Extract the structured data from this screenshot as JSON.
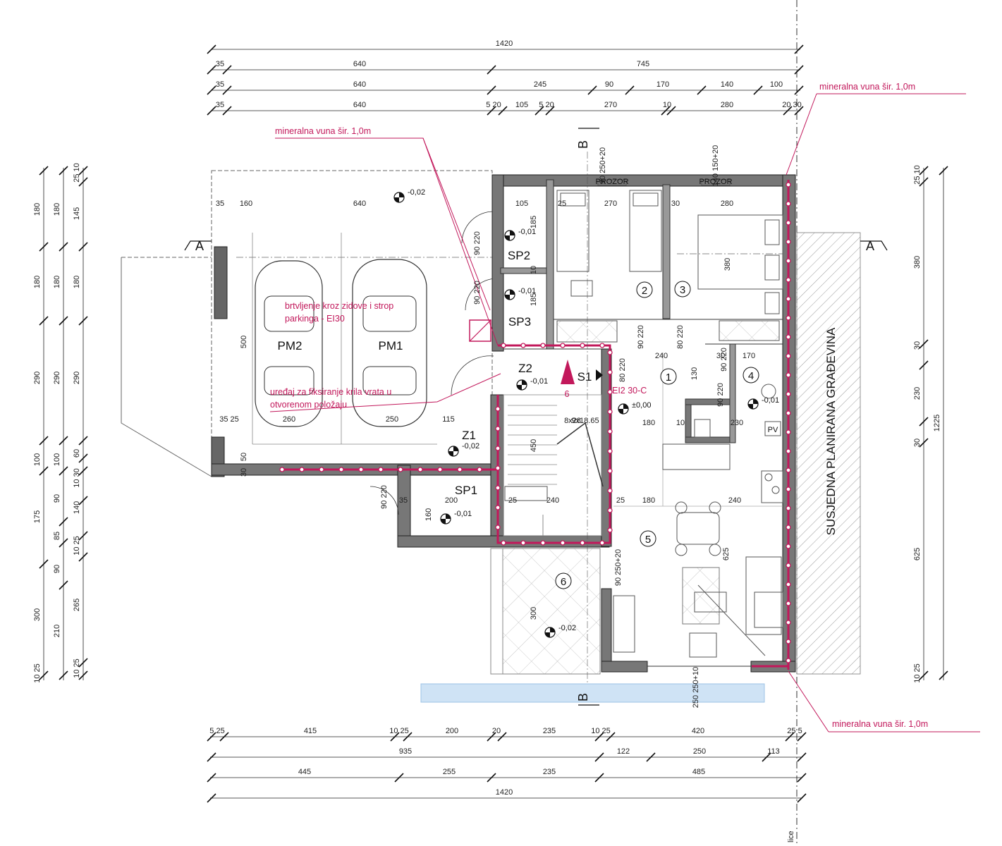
{
  "colors": {
    "ink": "#222222",
    "wall": "#444444",
    "accent": "#c2185b",
    "pool": "#cfe3f5",
    "hatch": "#999999"
  },
  "dims_top": {
    "row1": [
      "1420"
    ],
    "row2": [
      "35",
      "640",
      "745"
    ],
    "row3": [
      "35",
      "640",
      "245",
      "90",
      "170",
      "140",
      "100"
    ],
    "row4": [
      "35",
      "640",
      "5 20",
      "105",
      "5 20",
      "270",
      "10",
      "280",
      "20 30"
    ]
  },
  "dims_bottom": {
    "row1": [
      "5 25",
      "415",
      "10 25",
      "200",
      "20",
      "235",
      "10 25",
      "420",
      "25 5"
    ],
    "row2": [
      "935",
      "122",
      "250",
      "113"
    ],
    "row3": [
      "445",
      "255",
      "235",
      "485"
    ],
    "row4": [
      "1420"
    ]
  },
  "dims_left": {
    "col1": [
      "180",
      "180",
      "290",
      "100",
      "175",
      "300",
      "10 25"
    ],
    "col2": [
      "180",
      "180",
      "290",
      "100",
      "90",
      "85",
      "90",
      "210"
    ],
    "col3": [
      "145",
      "180",
      "290",
      "60",
      "10 30",
      "140",
      "10 25",
      "265",
      "10 25",
      "25 10"
    ]
  },
  "dims_right": {
    "col1": [
      "25 10",
      "380",
      "30",
      "230",
      "30",
      "625",
      "10 25"
    ],
    "col2": [
      "1225"
    ]
  },
  "interior_dims": [
    "35",
    "160",
    "640",
    "105",
    "25",
    "270",
    "30",
    "280",
    "185",
    "10",
    "185",
    "380",
    "240",
    "130",
    "30",
    "170",
    "500",
    "260",
    "250",
    "35 25",
    "115",
    "450",
    "8x28",
    "9x18.65",
    "180",
    "10",
    "230",
    "35",
    "200",
    "160",
    "25",
    "240",
    "25",
    "180",
    "240",
    "625",
    "300",
    "50",
    "30"
  ],
  "sections": {
    "a_left": "A",
    "a_right": "A",
    "b_top": "B",
    "b_bottom": "B"
  },
  "rooms": {
    "pm2": "PM2",
    "pm1": "PM1",
    "sp1": "SP1",
    "sp2": "SP2",
    "sp3": "SP3",
    "z1": "Z1",
    "z2": "Z2",
    "s1": "S1",
    "entrance_num": "6",
    "n1": "1",
    "n2": "2",
    "n3": "3",
    "n4": "4",
    "n5": "5",
    "n6": "6"
  },
  "levels": {
    "garage": "-0,02",
    "sp2": "-0,01",
    "sp3": "-0,01",
    "z2": "-0,01",
    "z1": "-0,02",
    "sp1": "-0,01",
    "hall": "±0,00",
    "room4": "-0,01",
    "terrace": "-0,02"
  },
  "notes": {
    "wool_top_right": "mineralna vuna šir. 1,0m",
    "wool_top_left": "mineralna vuna šir. 1,0m",
    "wool_bottom_right": "mineralna vuna šir. 1,0m",
    "fire_line1": "brtvljenje kroz zidove i strop",
    "fire_line2": "parkinga - EI30",
    "door_line1": "uređaj za fiksiranje krila vrata u",
    "door_line2": "otvorenom položaju",
    "fire_door": "EI2 30-C",
    "neighbour": "SUSJEDNA PLANIRANA GRAĐEVINA",
    "bottom_edge": "lice"
  },
  "door_labels": [
    "90 220",
    "90 220",
    "90 220",
    "80 220",
    "90 220",
    "80 220",
    "90 220",
    "90 250+20",
    "90 220"
  ],
  "window_labels": [
    "90 250+20",
    "140 150+20",
    "250 250+10"
  ],
  "misc_labels": {
    "pv": "PV",
    "prozor1": "PROZOR",
    "prozor2": "PROZOR"
  }
}
